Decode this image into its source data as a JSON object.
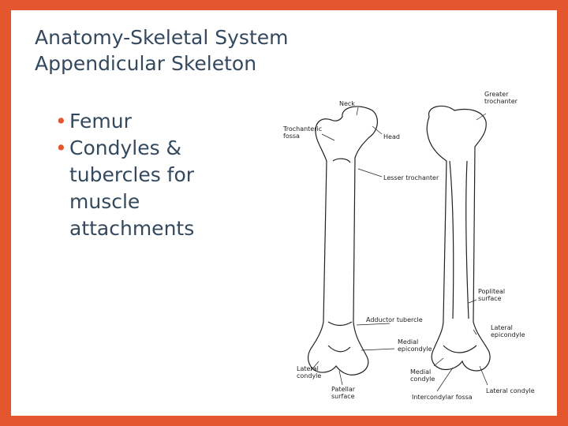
{
  "slide": {
    "title_line1": "Anatomy-Skeletal System",
    "title_line2": "Appendicular Skeleton",
    "bullets": [
      {
        "bullet": "•",
        "text": "Femur"
      },
      {
        "bullet": "•",
        "text": "Condyles & tubercles for muscle attachments"
      }
    ]
  },
  "figure": {
    "labels": {
      "greater_trochanter": "Greater\ntrochanter",
      "neck": "Neck",
      "trochanteric_fossa": "Trochanteric\nfossa",
      "head": "Head",
      "lesser_trochanter": "Lesser trochanter",
      "popliteal_surface": "Popliteal\nsurface",
      "adductor_tubercle": "Adductor tubercle",
      "lateral_epicondyle": "Lateral\nepicondyle",
      "medial_epicondyle": "Medial\nepicondyle",
      "lateral_condyle_left": "Lateral\ncondyle",
      "medial_condyle": "Medial\ncondyle",
      "patellar_surface": "Patellar\nsurface",
      "intercondylar_fossa": "Intercondylar fossa",
      "lateral_condyle_right": "Lateral condyle"
    }
  },
  "colors": {
    "frame": "#e4572e",
    "text": "#34495e",
    "bullet": "#e4572e"
  }
}
